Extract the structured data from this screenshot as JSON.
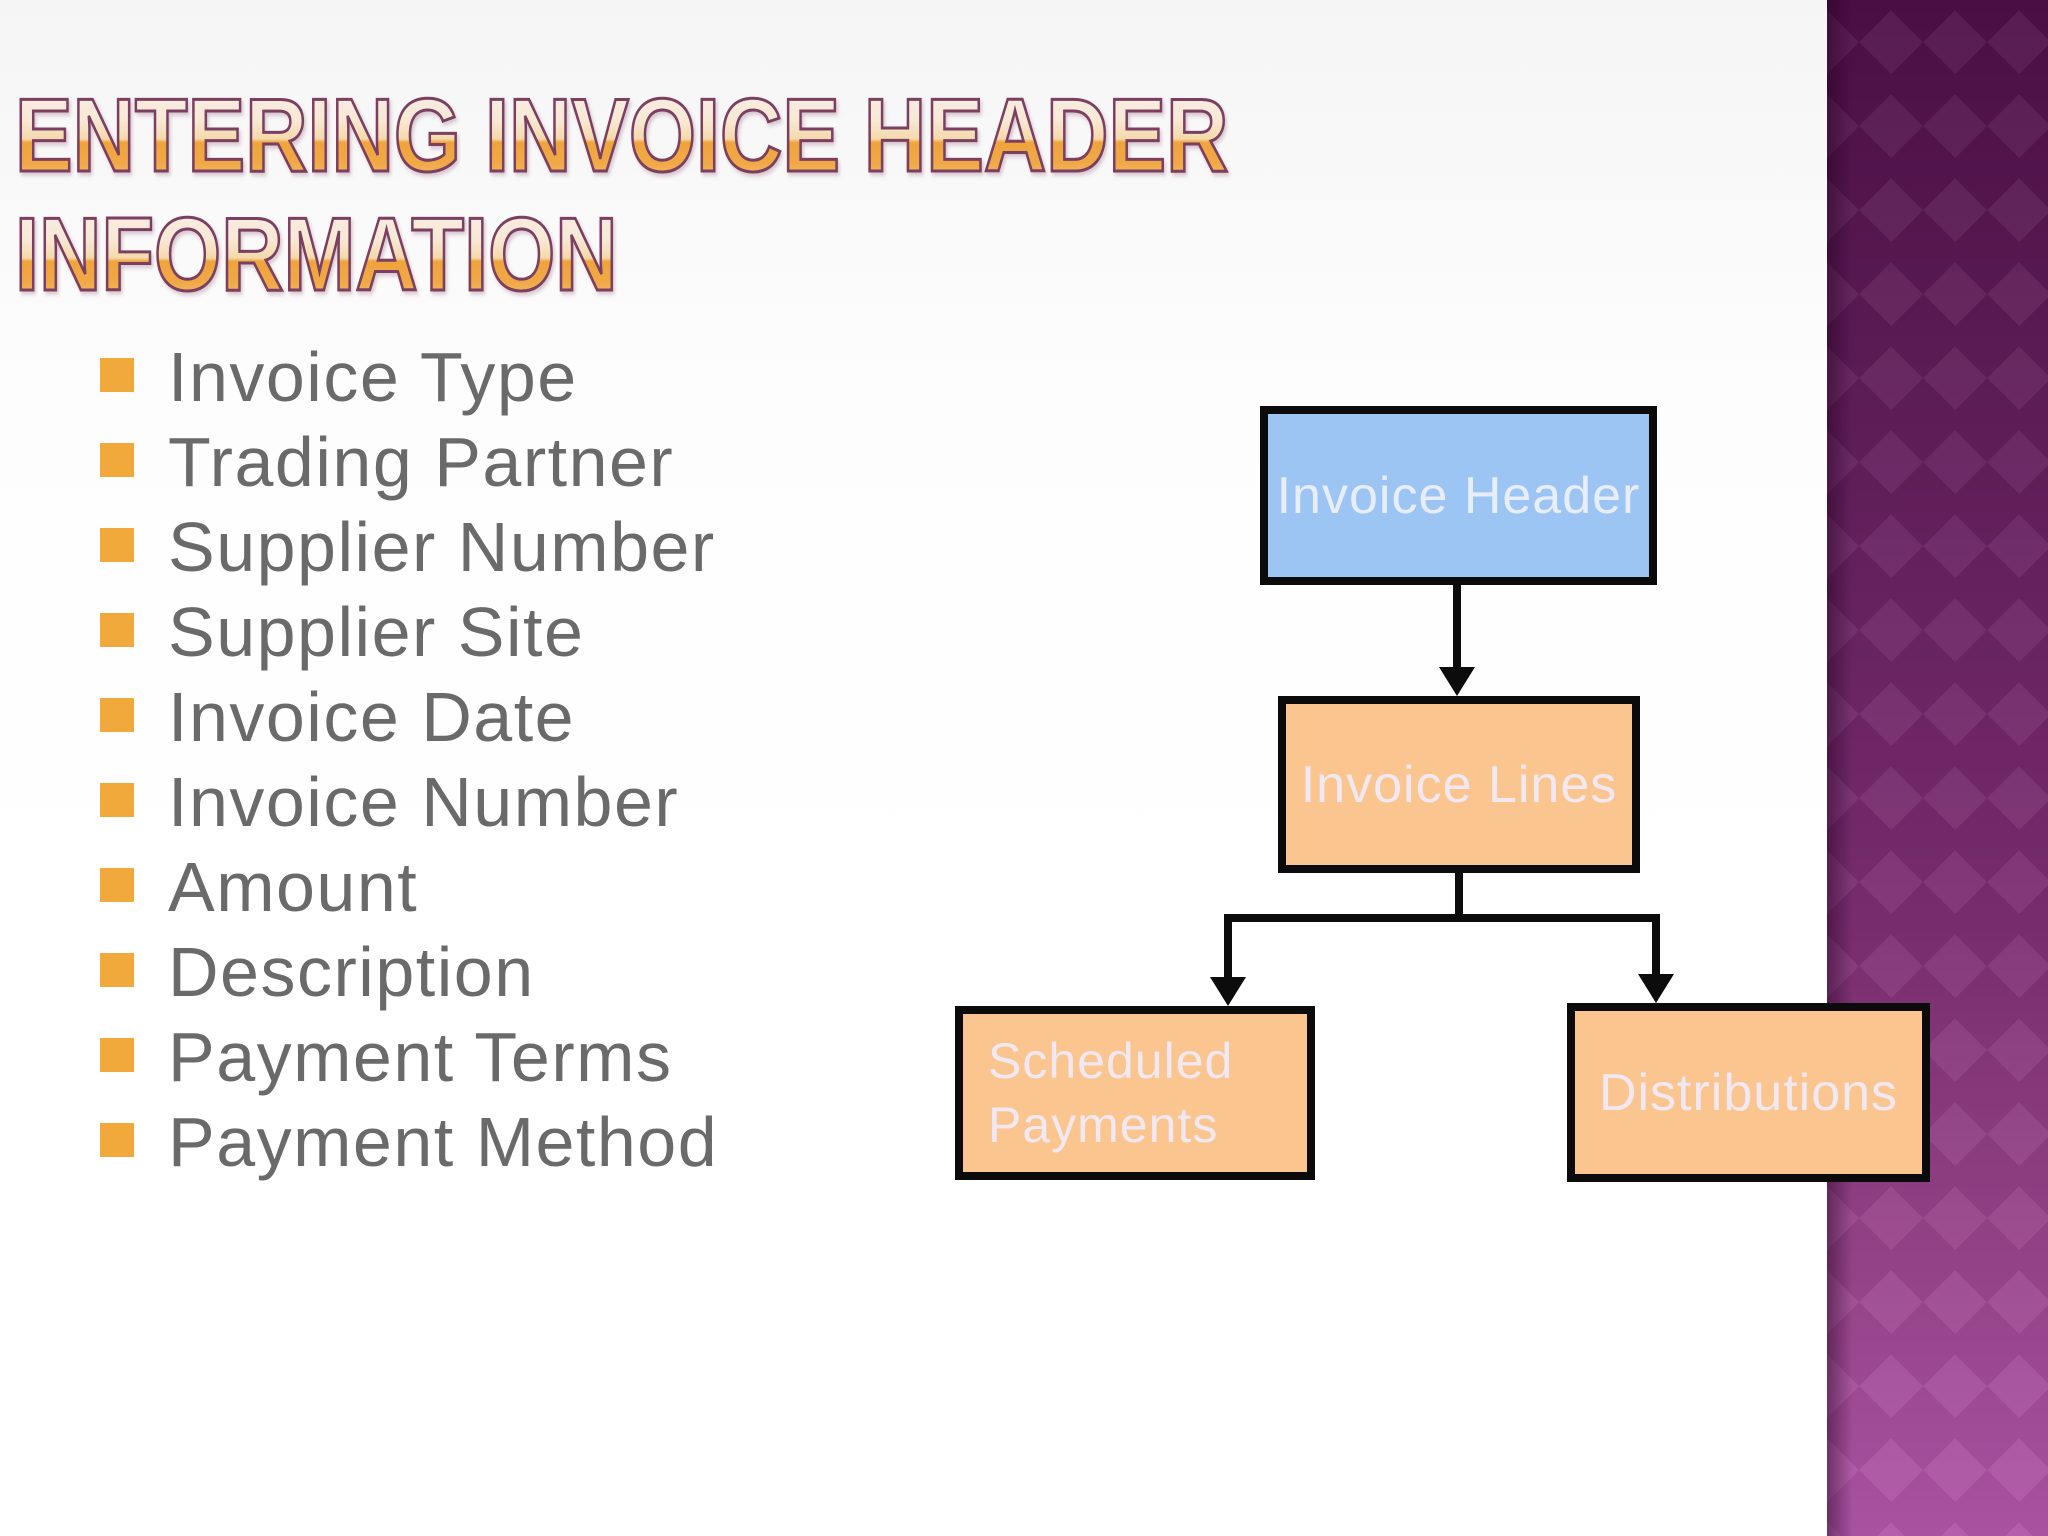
{
  "slide": {
    "title_line1": "ENTERING INVOICE HEADER",
    "title_line2": "INFORMATION"
  },
  "bullets": {
    "items": [
      "Invoice Type",
      "Trading Partner",
      "Supplier Number",
      "Supplier Site",
      "Invoice Date",
      "Invoice Number",
      "Amount",
      "Description",
      "Payment Terms",
      "Payment Method"
    ]
  },
  "diagram": {
    "nodes": {
      "invoice_header": {
        "label": "Invoice Header",
        "fill": "#9cc5f3"
      },
      "invoice_lines": {
        "label": "Invoice Lines",
        "fill": "#fac58e"
      },
      "scheduled_payments": {
        "label": "Scheduled Payments",
        "fill": "#fac58e"
      },
      "distributions": {
        "label": "Distributions",
        "fill": "#fac58e"
      }
    },
    "edges": [
      "invoice_header -> invoice_lines",
      "invoice_lines -> scheduled_payments",
      "invoice_lines -> distributions"
    ]
  },
  "colors": {
    "title_gradient_top": "#f7efe9",
    "title_gradient_bottom": "#efa43c",
    "title_outline": "#7a3f61",
    "bullet_square": "#f1a93c",
    "bullet_text": "#6a6a6a",
    "node_border": "#0b0b0b",
    "node_text": "#f1e8f1",
    "sidebar_purple_top": "#4d0f47",
    "sidebar_purple_bottom": "#b055a7"
  }
}
